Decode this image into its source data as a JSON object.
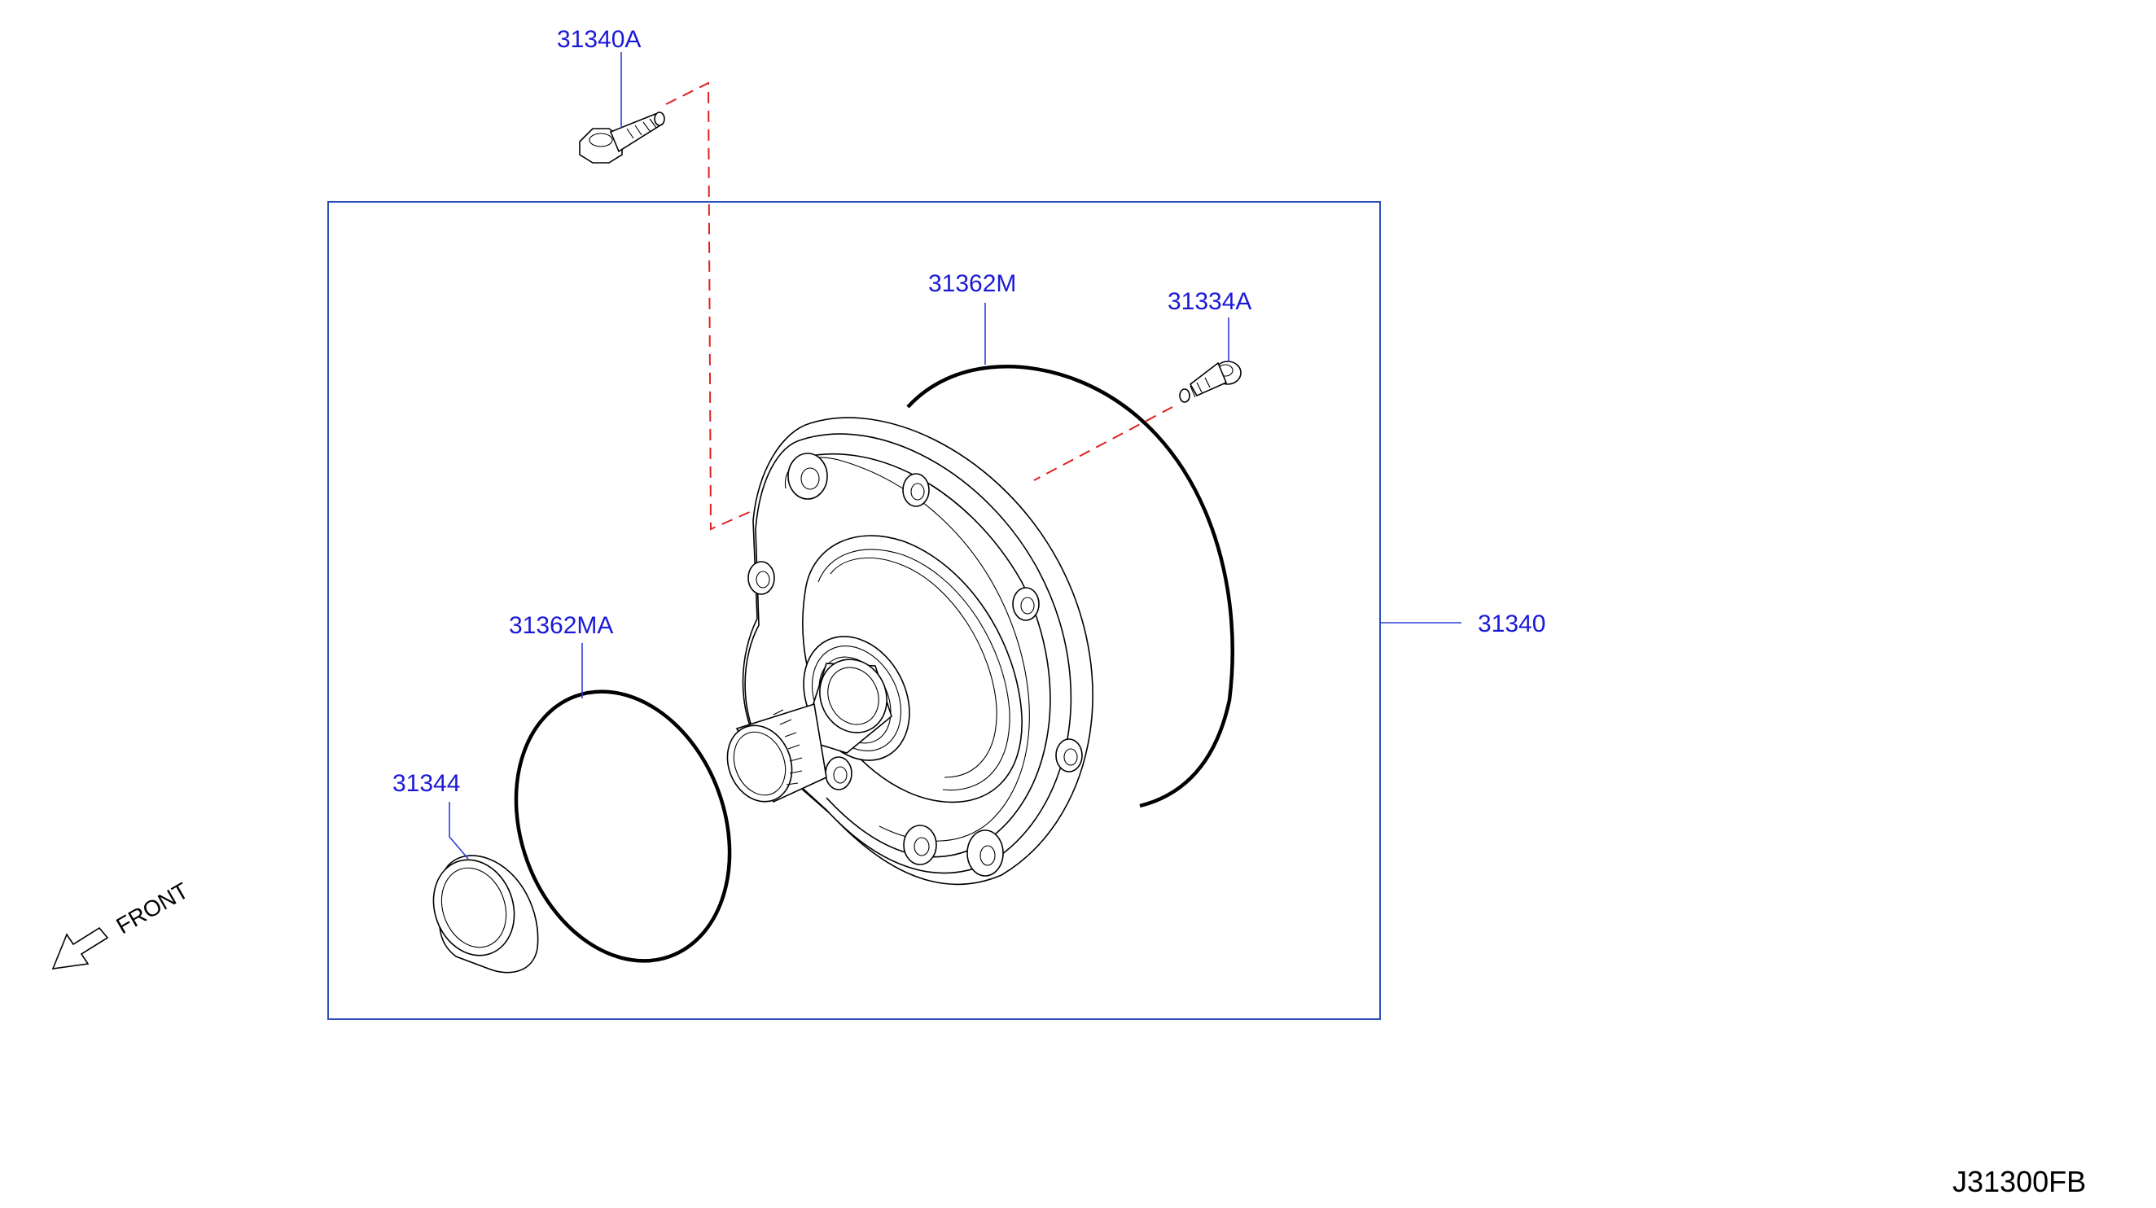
{
  "diagram": {
    "drawing_id": "J31300FB",
    "front_label": "FRONT",
    "callouts": {
      "bolt_31340A": "31340A",
      "oring_31362M": "31362M",
      "bolt_31334A": "31334A",
      "assembly_31340": "31340",
      "oring_31362MA": "31362MA",
      "seal_31344": "31344"
    },
    "colors": {
      "callout_text": "#1a1ad6",
      "leader_line": "#2b3fd6",
      "frame": "#2e4fb8",
      "assembly_dash": "#e02020",
      "part_outline": "#000000"
    }
  }
}
